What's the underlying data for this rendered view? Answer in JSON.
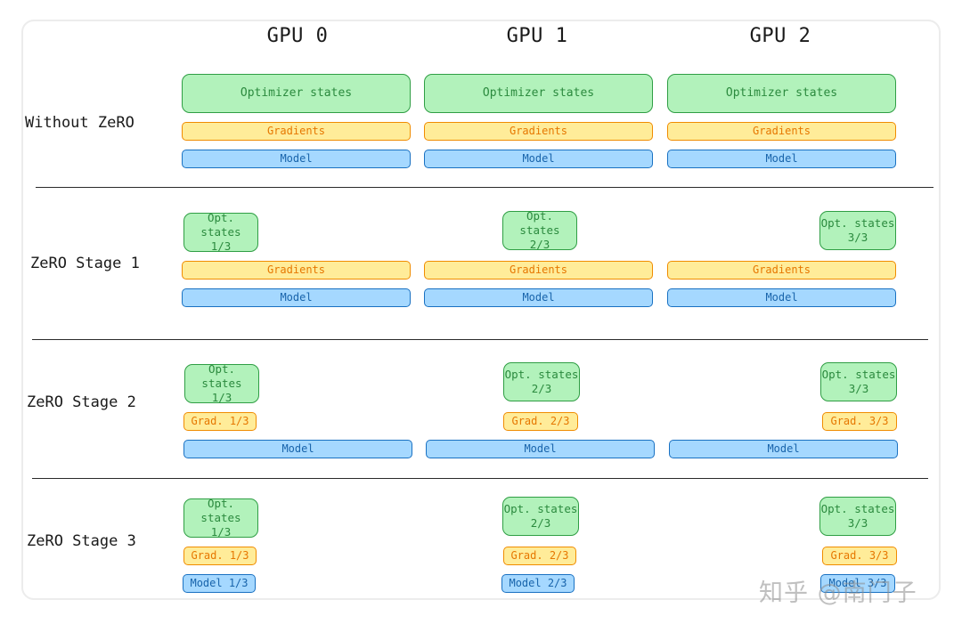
{
  "gpus": [
    "GPU 0",
    "GPU 1",
    "GPU 2"
  ],
  "rows": {
    "without_zero": {
      "label": "Without ZeRO",
      "optimizer": [
        "Optimizer states",
        "Optimizer states",
        "Optimizer states"
      ],
      "gradients": [
        "Gradients",
        "Gradients",
        "Gradients"
      ],
      "model": [
        "Model",
        "Model",
        "Model"
      ]
    },
    "stage1": {
      "label": "ZeRO Stage 1",
      "optimizer": [
        {
          "line1": "Opt. states",
          "line2": "1/3"
        },
        {
          "line1": "Opt. states",
          "line2": "2/3"
        },
        {
          "line1": "Opt. states",
          "line2": "3/3"
        }
      ],
      "gradients": [
        "Gradients",
        "Gradients",
        "Gradients"
      ],
      "model": [
        "Model",
        "Model",
        "Model"
      ]
    },
    "stage2": {
      "label": "ZeRO Stage 2",
      "optimizer": [
        {
          "line1": "Opt. states",
          "line2": "1/3"
        },
        {
          "line1": "Opt. states",
          "line2": "2/3"
        },
        {
          "line1": "Opt. states",
          "line2": "3/3"
        }
      ],
      "gradients": [
        "Grad. 1/3",
        "Grad. 2/3",
        "Grad. 3/3"
      ],
      "model": [
        "Model",
        "Model",
        "Model"
      ]
    },
    "stage3": {
      "label": "ZeRO Stage 3",
      "optimizer": [
        {
          "line1": "Opt. states",
          "line2": "1/3"
        },
        {
          "line1": "Opt. states",
          "line2": "2/3"
        },
        {
          "line1": "Opt. states",
          "line2": "3/3"
        }
      ],
      "gradients": [
        "Grad. 1/3",
        "Grad. 2/3",
        "Grad. 3/3"
      ],
      "model": [
        "Model 1/3",
        "Model 2/3",
        "Model 3/3"
      ]
    }
  },
  "watermark": "知乎 @南门子",
  "colors": {
    "optimizer_fill": "#b2f2bb",
    "optimizer_stroke": "#2f9e44",
    "gradient_fill": "#ffec99",
    "gradient_stroke": "#f08c00",
    "model_fill": "#a5d8ff",
    "model_stroke": "#1971c2"
  }
}
